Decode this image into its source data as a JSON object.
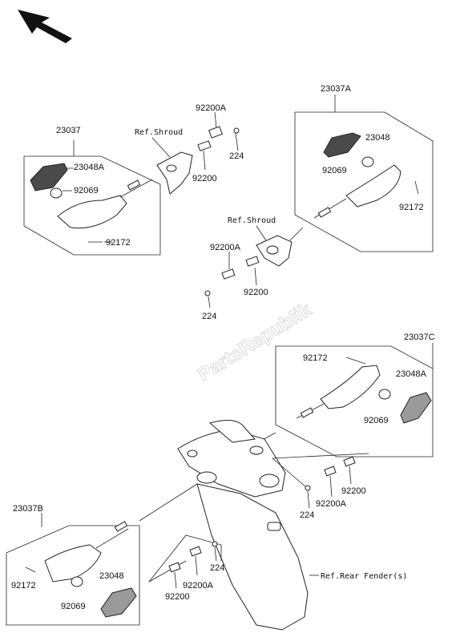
{
  "watermark": "PartsRepublik",
  "labels": {
    "kit_left": "23037",
    "kit_right": "23037A",
    "kit_mid_right": "23037C",
    "kit_bottom_left": "23037B",
    "lens_a": "23048A",
    "lens": "23048",
    "bulb": "92069",
    "screw": "92172",
    "ref_shroud": "Ref.Shroud",
    "ref_rear_fender": "Ref.Rear Fender(s)",
    "collar": "92200",
    "collar_a": "92200A",
    "nut": "224"
  }
}
